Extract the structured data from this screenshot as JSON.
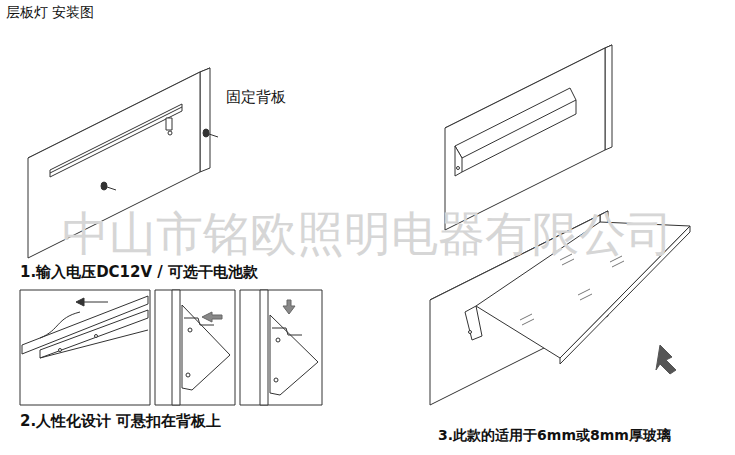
{
  "diagram": {
    "title": "层板灯 安装图",
    "labels": [
      "固定背板",
      "中山市铭欧照明电器有限公司",
      "1.输入电压DC12V / 可选干电池款",
      "2.人性化设计 可悬扣在背板上",
      "3.此款的适用于6mm或8mm厚玻璃"
    ]
  }
}
